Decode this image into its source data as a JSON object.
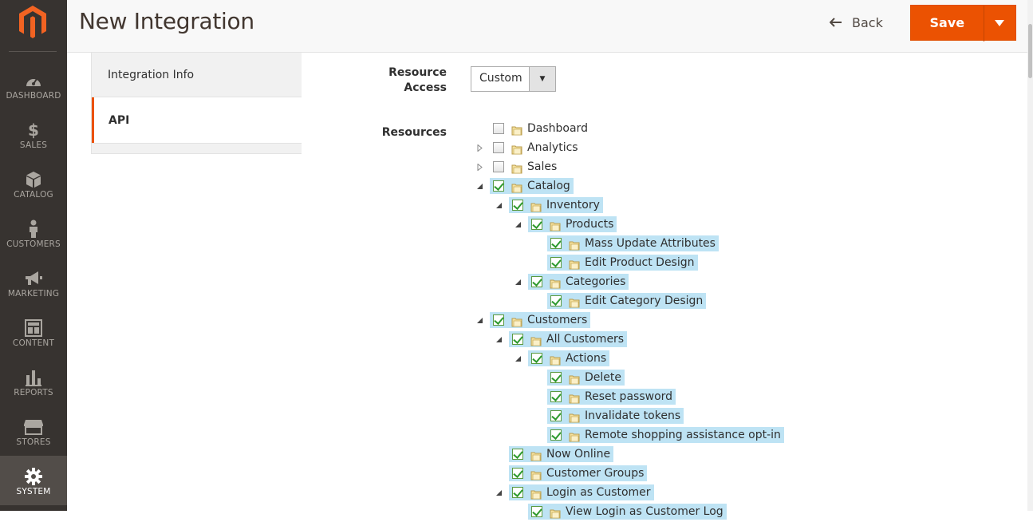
{
  "menu": [
    {
      "label": "DASHBOARD",
      "icon": "dashboard-icon"
    },
    {
      "label": "SALES",
      "icon": "dollar-icon"
    },
    {
      "label": "CATALOG",
      "icon": "cube-icon"
    },
    {
      "label": "CUSTOMERS",
      "icon": "person-icon"
    },
    {
      "label": "MARKETING",
      "icon": "megaphone-icon"
    },
    {
      "label": "CONTENT",
      "icon": "layout-icon"
    },
    {
      "label": "REPORTS",
      "icon": "bar-chart-icon"
    },
    {
      "label": "STORES",
      "icon": "store-icon"
    },
    {
      "label": "SYSTEM",
      "icon": "gear-icon"
    }
  ],
  "header": {
    "title": "New Integration",
    "back_label": "Back",
    "save_label": "Save"
  },
  "tabs": {
    "info": "Integration Info",
    "api": "API"
  },
  "form": {
    "resource_access_label_1": "Resource",
    "resource_access_label_2": "Access",
    "resource_access_value": "Custom",
    "resources_label": "Resources"
  },
  "tree": [
    {
      "label": "Dashboard",
      "level": 0,
      "checked": false,
      "toggle": "none"
    },
    {
      "label": "Analytics",
      "level": 0,
      "checked": false,
      "toggle": "collapsed"
    },
    {
      "label": "Sales",
      "level": 0,
      "checked": false,
      "toggle": "collapsed"
    },
    {
      "label": "Catalog",
      "level": 0,
      "checked": true,
      "toggle": "expanded"
    },
    {
      "label": "Inventory",
      "level": 1,
      "checked": true,
      "toggle": "expanded"
    },
    {
      "label": "Products",
      "level": 2,
      "checked": true,
      "toggle": "expanded"
    },
    {
      "label": "Mass Update Attributes",
      "level": 3,
      "checked": true,
      "toggle": "none"
    },
    {
      "label": "Edit Product Design",
      "level": 3,
      "checked": true,
      "toggle": "none"
    },
    {
      "label": "Categories",
      "level": 2,
      "checked": true,
      "toggle": "expanded"
    },
    {
      "label": "Edit Category Design",
      "level": 3,
      "checked": true,
      "toggle": "none"
    },
    {
      "label": "Customers",
      "level": 0,
      "checked": true,
      "toggle": "expanded"
    },
    {
      "label": "All Customers",
      "level": 1,
      "checked": true,
      "toggle": "expanded"
    },
    {
      "label": "Actions",
      "level": 2,
      "checked": true,
      "toggle": "expanded"
    },
    {
      "label": "Delete",
      "level": 3,
      "checked": true,
      "toggle": "none"
    },
    {
      "label": "Reset password",
      "level": 3,
      "checked": true,
      "toggle": "none"
    },
    {
      "label": "Invalidate tokens",
      "level": 3,
      "checked": true,
      "toggle": "none"
    },
    {
      "label": "Remote shopping assistance opt-in",
      "level": 3,
      "checked": true,
      "toggle": "none"
    },
    {
      "label": "Now Online",
      "level": 1,
      "checked": true,
      "toggle": "none"
    },
    {
      "label": "Customer Groups",
      "level": 1,
      "checked": true,
      "toggle": "none"
    },
    {
      "label": "Login as Customer",
      "level": 1,
      "checked": true,
      "toggle": "expanded"
    },
    {
      "label": "View Login as Customer Log",
      "level": 2,
      "checked": true,
      "toggle": "none"
    }
  ],
  "colors": {
    "accent": "#eb5202",
    "menu_bg": "#373330",
    "selected_bg": "#bee3f4"
  }
}
